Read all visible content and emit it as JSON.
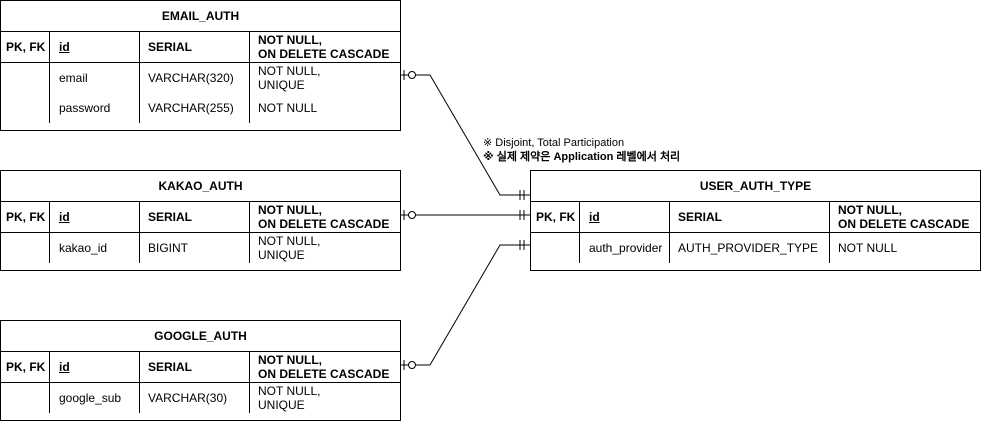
{
  "tables": {
    "email_auth": {
      "title": "EMAIL_AUTH",
      "pk_row": {
        "key": "PK, FK",
        "name": "id",
        "type": "SERIAL",
        "constraint_l1": "NOT NULL,",
        "constraint_l2": "ON DELETE CASCADE"
      },
      "rows": [
        {
          "name": "email",
          "type": "VARCHAR(320)",
          "constraint_l1": "NOT NULL,",
          "constraint_l2": "UNIQUE"
        },
        {
          "name": "password",
          "type": "VARCHAR(255)",
          "constraint_l1": "NOT NULL"
        }
      ]
    },
    "kakao_auth": {
      "title": "KAKAO_AUTH",
      "pk_row": {
        "key": "PK, FK",
        "name": "id",
        "type": "SERIAL",
        "constraint_l1": "NOT NULL,",
        "constraint_l2": "ON DELETE CASCADE"
      },
      "rows": [
        {
          "name": "kakao_id",
          "type": "BIGINT",
          "constraint_l1": "NOT NULL,",
          "constraint_l2": "UNIQUE"
        }
      ]
    },
    "google_auth": {
      "title": "GOOGLE_AUTH",
      "pk_row": {
        "key": "PK, FK",
        "name": "id",
        "type": "SERIAL",
        "constraint_l1": "NOT NULL,",
        "constraint_l2": "ON DELETE CASCADE"
      },
      "rows": [
        {
          "name": "google_sub",
          "type": "VARCHAR(30)",
          "constraint_l1": "NOT NULL,",
          "constraint_l2": "UNIQUE"
        }
      ]
    },
    "user_auth_type": {
      "title": "USER_AUTH_TYPE",
      "pk_row": {
        "key": "PK, FK",
        "name": "id",
        "type": "SERIAL",
        "constraint_l1": "NOT NULL,",
        "constraint_l2": "ON DELETE CASCADE"
      },
      "rows": [
        {
          "name": "auth_provider",
          "type": "AUTH_PROVIDER_TYPE",
          "constraint_l1": "NOT NULL"
        }
      ]
    }
  },
  "note": {
    "line1": "※ Disjoint, Total Participation",
    "line2": "※ 실제 제약은 Application 레벨에서 처리"
  }
}
